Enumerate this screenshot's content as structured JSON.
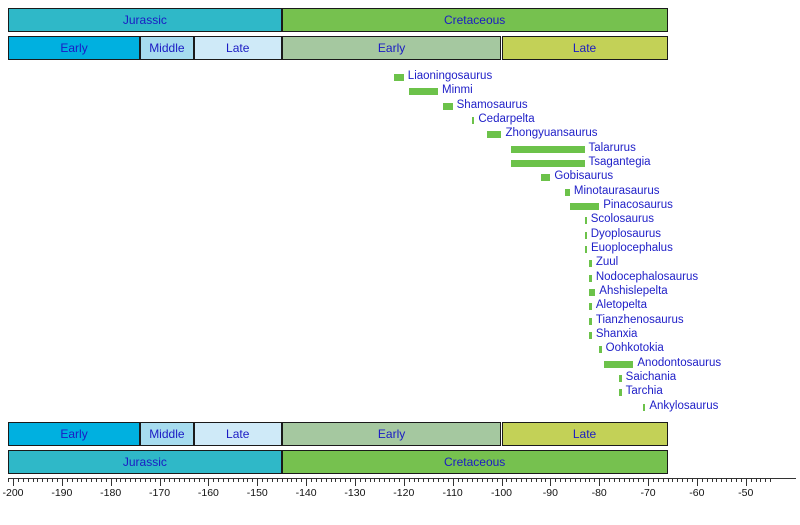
{
  "chart_data": {
    "type": "bar",
    "title": "",
    "xlabel": "",
    "ylabel": "",
    "xlim": [
      -203,
      -45
    ],
    "grid": false,
    "legend": "none",
    "orientation": "horizontal-range",
    "bar_color": "#6cc24a",
    "label_color": "#2020c8",
    "axis": {
      "tick_values": [
        -200,
        -190,
        -180,
        -170,
        -160,
        -150,
        -140,
        -130,
        -120,
        -110,
        -100,
        -90,
        -80,
        -70,
        -60,
        -50
      ],
      "tick_labels": [
        "-200",
        "-190",
        "-180",
        "-170",
        "-160",
        "-150",
        "-140",
        "-130",
        "-120",
        "-110",
        "-100",
        "-90",
        "-80",
        "-70",
        "-60",
        "-50"
      ],
      "minor_tick_interval": 1,
      "units": "Ma"
    },
    "timescale": {
      "periods": [
        {
          "name": "Jurassic",
          "start": -201,
          "end": -145,
          "color": "#2fb8c8"
        },
        {
          "name": "Cretaceous",
          "start": -145,
          "end": -66,
          "color": "#76c14f"
        }
      ],
      "epochs": [
        {
          "name": "Early",
          "period": "Jurassic",
          "start": -201,
          "end": -174,
          "color": "#00b0e0"
        },
        {
          "name": "Middle",
          "period": "Jurassic",
          "start": -174,
          "end": -163,
          "color": "#a6dcef"
        },
        {
          "name": "Late",
          "period": "Jurassic",
          "start": -163,
          "end": -145,
          "color": "#cfeaf8"
        },
        {
          "name": "Early",
          "period": "Cretaceous",
          "start": -145,
          "end": -100,
          "color": "#a5c8a0"
        },
        {
          "name": "Late",
          "period": "Cretaceous",
          "start": -100,
          "end": -66,
          "color": "#c3d157"
        }
      ]
    },
    "taxa": [
      {
        "name": "Liaoningosaurus",
        "start": -122,
        "end": -120
      },
      {
        "name": "Minmi",
        "start": -119,
        "end": -113
      },
      {
        "name": "Shamosaurus",
        "start": -112,
        "end": -110
      },
      {
        "name": "Cedarpelta",
        "start": -106,
        "end": -105.7
      },
      {
        "name": "Zhongyuansaurus",
        "start": -103,
        "end": -100
      },
      {
        "name": "Talarurus",
        "start": -98,
        "end": -83
      },
      {
        "name": "Tsagantegia",
        "start": -98,
        "end": -83
      },
      {
        "name": "Gobisaurus",
        "start": -92,
        "end": -90
      },
      {
        "name": "Minotaurasaurus",
        "start": -87,
        "end": -86
      },
      {
        "name": "Pinacosaurus",
        "start": -86,
        "end": -80
      },
      {
        "name": "Scolosaurus",
        "start": -83,
        "end": -82.7
      },
      {
        "name": "Dyoplosaurus",
        "start": -83,
        "end": -82.7
      },
      {
        "name": "Euoplocephalus",
        "start": -83,
        "end": -82.5
      },
      {
        "name": "Zuul",
        "start": -82,
        "end": -81.5
      },
      {
        "name": "Nodocephalosaurus",
        "start": -82,
        "end": -81.5
      },
      {
        "name": "Ahshislepelta",
        "start": -82,
        "end": -80.8
      },
      {
        "name": "Aletopelta",
        "start": -82,
        "end": -81.5
      },
      {
        "name": "Tianzhenosaurus",
        "start": -82,
        "end": -81.5
      },
      {
        "name": "Shanxia",
        "start": -82,
        "end": -81.5
      },
      {
        "name": "Oohkotokia",
        "start": -80,
        "end": -79.5
      },
      {
        "name": "Anodontosaurus",
        "start": -79,
        "end": -73
      },
      {
        "name": "Saichania",
        "start": -76,
        "end": -75.4
      },
      {
        "name": "Tarchia",
        "start": -76,
        "end": -75.4
      },
      {
        "name": "Ankylosaurus",
        "start": -71,
        "end": -70.8
      }
    ]
  }
}
